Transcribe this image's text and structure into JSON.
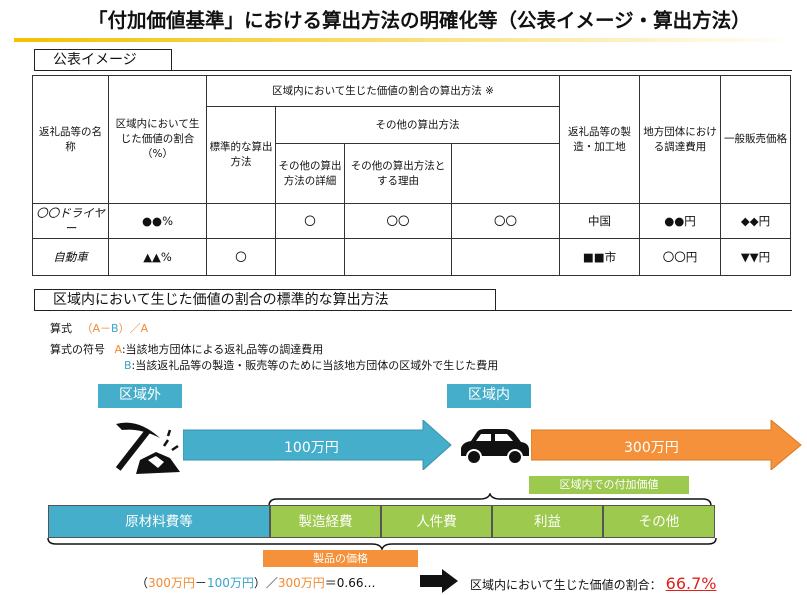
{
  "title": "「付加価値基準」における算出方法の明確化等（公表イメージ・算出方法）",
  "section1": {
    "label": "公表イメージ"
  },
  "table": {
    "col_name": "返礼品等の名称",
    "col_ratio": "区域内において生じた価値の割合（%）",
    "col_method_group": "区域内において生じた価値の割合の算出方法 ※",
    "col_standard": "標準的な算出方法",
    "col_other_group": "その他の算出方法",
    "col_other_detail": "その他の算出方法の詳細",
    "col_other_reason": "その他の算出方法とする理由",
    "col_place": "返礼品等の製造・加工地",
    "col_cost": "地方団体における調達費用",
    "col_price": "一般販売価格",
    "rows": [
      {
        "name": "〇〇ドライヤー",
        "ratio": "●●%",
        "standard": "",
        "other": "〇",
        "detail": "〇〇",
        "reason": "〇〇",
        "place": "中国",
        "cost": "●●円",
        "price": "◆◆円"
      },
      {
        "name": "自動車",
        "ratio": "▲▲%",
        "standard": "〇",
        "other": "",
        "detail": "",
        "reason": "",
        "place": "■■市",
        "cost": "〇〇円",
        "price": "▼▼円"
      }
    ]
  },
  "section2": {
    "label": "区域内において生じた価値の割合の標準的な算出方法"
  },
  "formula": {
    "label": "算式",
    "expr_open": "（",
    "expr_a": "A",
    "expr_minus": "－",
    "expr_b": "B",
    "expr_close": "）／",
    "expr_a2": "A",
    "symbols_label": "算式の符号",
    "a_key": "A",
    "a_desc": ":当該地方団体による返礼品等の調達費用",
    "b_key": "B",
    "b_desc": ":当該返礼品等の製造・販売等のために当該地方団体の区域外で生じた費用"
  },
  "diagram": {
    "outside_label": "区域外",
    "inside_label": "区域内",
    "outside_cost": "100万円",
    "inside_cost": "300万円",
    "value_added_label": "区域内での付加価値",
    "raw_material": "原材料費等",
    "segments": [
      "製造経費",
      "人件費",
      "利益",
      "その他"
    ],
    "product_price_label": "製品の価格"
  },
  "calc": {
    "open": "（",
    "a": "300万円",
    "minus": "－",
    "b": "100万円",
    "close": "）／",
    "c": "300万円",
    "result_text": "＝0.66…",
    "conclusion_label": "区域内において生じた価値の割合：",
    "conclusion_value": "66.7%"
  },
  "colors": {
    "accent_blue": "#45aecb",
    "accent_orange": "#f4913a",
    "accent_green": "#9cc94e",
    "title_underline": "#f2c200",
    "result_red": "#e0201c"
  },
  "icons": [
    "pickaxe-icon",
    "car-icon",
    "right-arrow-icon"
  ]
}
